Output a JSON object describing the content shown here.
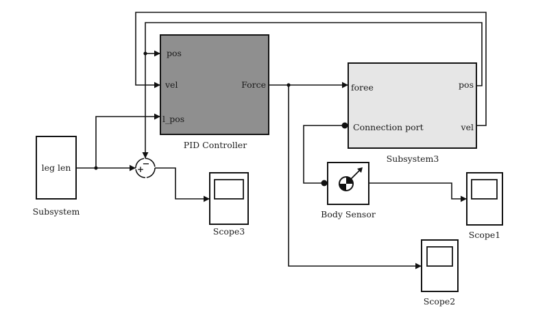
{
  "colors": {
    "pid_fill": "#8f8f8f",
    "subsystem3_fill": "#e6e6e6",
    "block_fill": "#ffffff",
    "line": "#111111"
  },
  "blocks": {
    "pid": {
      "name": "PID Controller",
      "inputs": [
        "pos",
        "vel",
        "l_pos"
      ],
      "outputs": [
        "Force"
      ]
    },
    "subsystem3": {
      "name": "Subsystem3",
      "inputs": [
        "foree",
        "Connection port"
      ],
      "outputs": [
        "pos",
        "vel"
      ]
    },
    "subsystem": {
      "name": "Subsystem",
      "content": "leg len"
    },
    "sum": {
      "signs": [
        "+",
        "−"
      ]
    },
    "body_sensor": {
      "name": "Body Sensor",
      "icon": "body-sensor-icon"
    },
    "scopes": [
      {
        "name": "Scope3"
      },
      {
        "name": "Scope1"
      },
      {
        "name": "Scope2"
      }
    ]
  }
}
